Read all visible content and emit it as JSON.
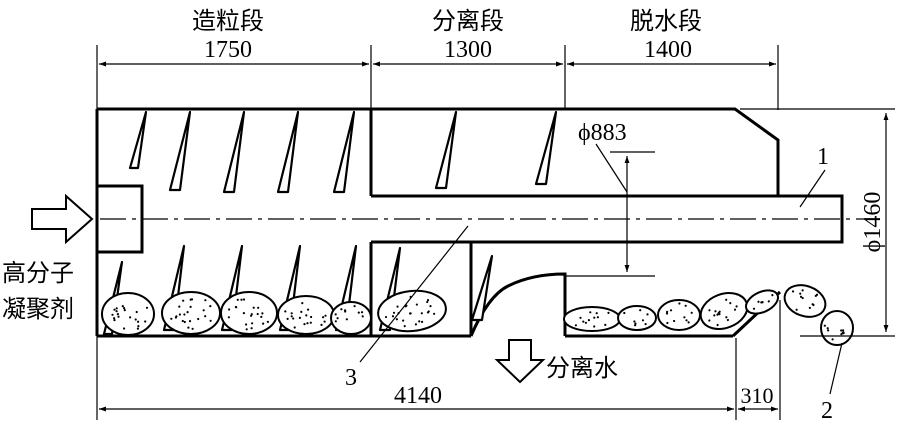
{
  "sections": {
    "granulation": "造粒段",
    "separation": "分离段",
    "dewatering": "脱水段"
  },
  "dimensions": {
    "granulation_len": "1750",
    "separation_len": "1300",
    "dewatering_len": "1400",
    "total_len": "4140",
    "outlet_len": "310",
    "inner_diameter": "ϕ883",
    "outer_diameter": "ϕ1460"
  },
  "labels": {
    "inlet": "高分子\n凝聚剂",
    "inlet_line1": "高分子",
    "inlet_line2": "凝聚剂",
    "water_out": "分离水",
    "part_1": "1",
    "part_2": "2",
    "part_3": "3"
  }
}
